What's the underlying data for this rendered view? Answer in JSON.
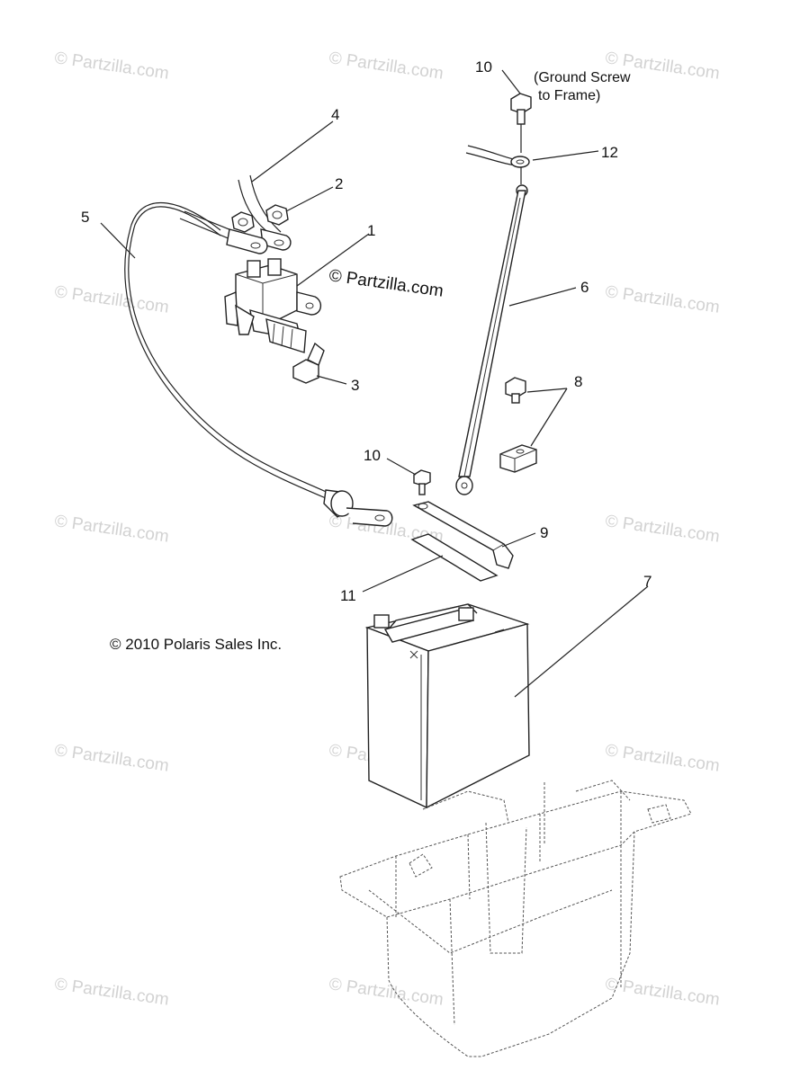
{
  "watermark_text": "© Partzilla.com",
  "center_watermark": "© Partzilla.com",
  "copyright": "© 2010 Polaris Sales Inc.",
  "ground_note": [
    "(Ground Screw",
    "to Frame)"
  ],
  "callouts": {
    "c1": "1",
    "c2": "2",
    "c3": "3",
    "c4": "4",
    "c5": "5",
    "c6": "6",
    "c7": "7",
    "c8": "8",
    "c9": "9",
    "c10a": "10",
    "c10b": "10",
    "c11": "11",
    "c12": "12"
  }
}
